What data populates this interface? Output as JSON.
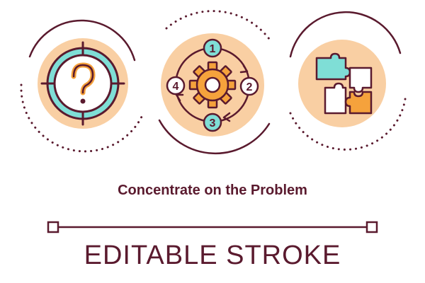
{
  "illustration": {
    "title": "Concentrate on the Problem",
    "footer_label": "EDITABLE STROKE",
    "cycle_steps": [
      "1",
      "2",
      "3",
      "4"
    ],
    "icons": [
      "target-question-icon",
      "gear-cycle-icon",
      "puzzle-pieces-icon"
    ],
    "colors": {
      "outline": "#5a1a2e",
      "peach": "#f9cfa3",
      "teal": "#7fded6",
      "orange": "#f5a23c"
    }
  }
}
